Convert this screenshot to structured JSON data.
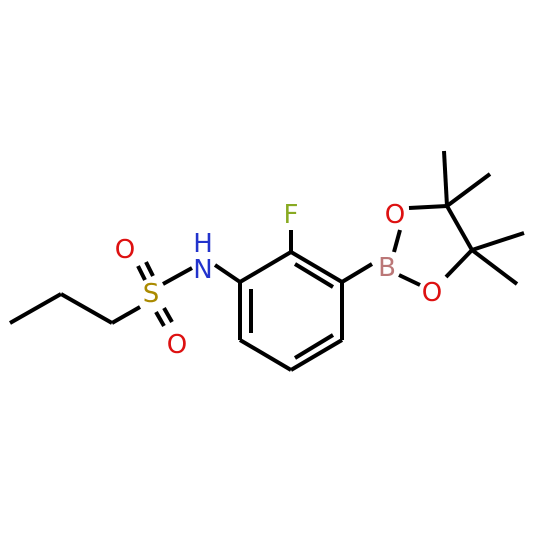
{
  "molecule": {
    "atoms": {
      "F": {
        "text": "F",
        "color": "#88AA22"
      },
      "N": {
        "text": "N",
        "color": "#2233CC"
      },
      "H": {
        "text": "H",
        "color": "#2233CC"
      },
      "S": {
        "text": "S",
        "color": "#AA8A00"
      },
      "O1": {
        "text": "O",
        "color": "#DD1111"
      },
      "O2": {
        "text": "O",
        "color": "#DD1111"
      },
      "B": {
        "text": "B",
        "color": "#BB7777"
      },
      "O3": {
        "text": "O",
        "color": "#DD1111"
      },
      "O4": {
        "text": "O",
        "color": "#DD1111"
      }
    },
    "bond_color": "#000000"
  }
}
